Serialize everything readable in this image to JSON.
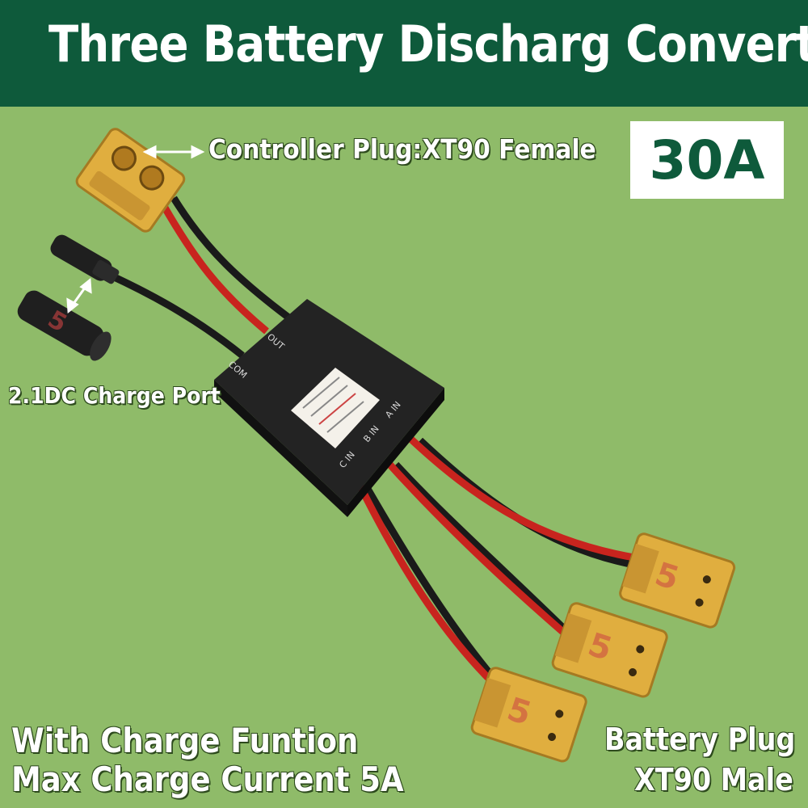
{
  "header": {
    "title": "Three Battery Discharg Converter"
  },
  "badge": {
    "rating": "30A"
  },
  "labels": {
    "controller_plug": "Controller Plug:XT90 Female",
    "charge_port": "2.1DC Charge Port",
    "charge_function": "With Charge Funtion",
    "max_charge_current": "Max Charge Current 5A",
    "battery_plug": "Battery Plug",
    "battery_plug_type": "XT90 Male"
  },
  "device": {
    "port_out": "OUT",
    "port_com": "COM",
    "port_a": "A IN",
    "port_b": "B IN",
    "port_c": "C IN"
  },
  "colors": {
    "background": "#8fbb69",
    "header": "#0e5a3b",
    "connector": "#e0ae3f",
    "wire_red": "#c8241e",
    "wire_black": "#1a1a1a",
    "device_body": "#1c1c1c"
  }
}
